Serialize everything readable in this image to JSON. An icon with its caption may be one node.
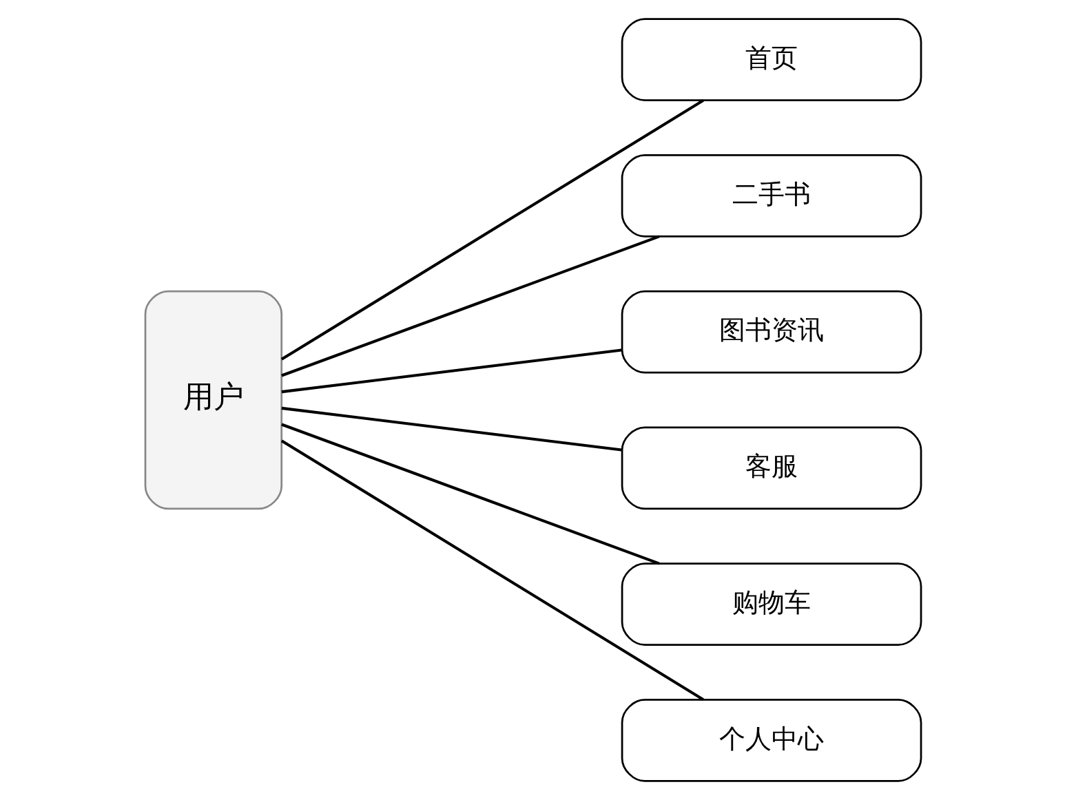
{
  "diagram": {
    "nodes": [
      {
        "text": [
          "用户"
        ]
      },
      {
        "text": [
          "首页"
        ]
      },
      {
        "text": [
          "二手书"
        ]
      },
      {
        "text": [
          "图书资讯"
        ]
      },
      {
        "text": [
          "客服"
        ]
      },
      {
        "text": [
          "购物车"
        ]
      },
      {
        "text": [
          "个人中心"
        ]
      }
    ],
    "edges": [
      {
        "from": 0,
        "to": 1,
        "arrow": "none"
      },
      {
        "from": 0,
        "to": 2,
        "arrow": "none"
      },
      {
        "from": 0,
        "to": 3,
        "arrow": "none"
      },
      {
        "from": 0,
        "to": 4,
        "arrow": "none"
      },
      {
        "from": 0,
        "to": 5,
        "arrow": "none"
      },
      {
        "from": 0,
        "to": 6,
        "arrow": "none"
      }
    ]
  }
}
